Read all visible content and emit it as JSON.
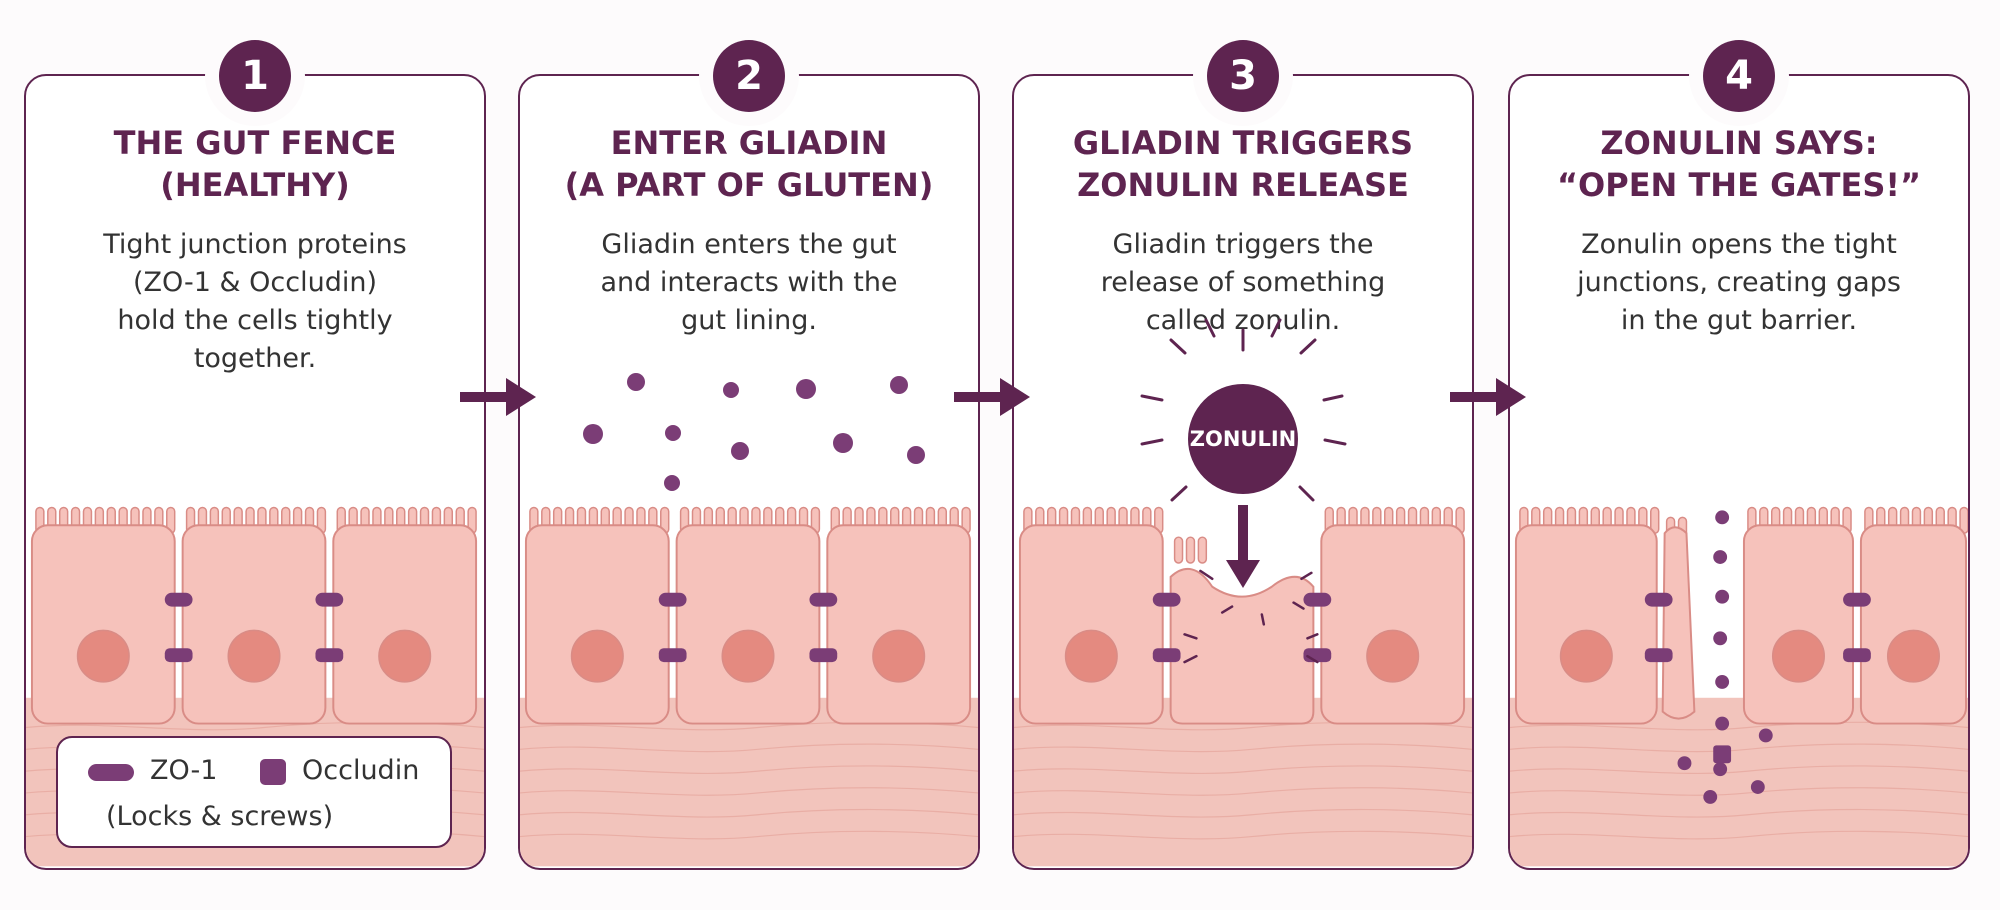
{
  "panels": [
    {
      "number": "1",
      "title_lines": [
        "THE GUT FENCE",
        "(HEALTHY)"
      ],
      "description_lines": [
        "Tight junction proteins",
        "(ZO-1 & Occludin)",
        "hold the cells tightly",
        "together."
      ]
    },
    {
      "number": "2",
      "title_lines": [
        "ENTER GLIADIN",
        "(A PART OF GLUTEN)"
      ],
      "description_lines": [
        "Gliadin enters the gut",
        "and interacts with the",
        "gut lining."
      ]
    },
    {
      "number": "3",
      "title_lines": [
        "GLIADIN TRIGGERS",
        "ZONULIN RELEASE"
      ],
      "description_lines": [
        "Gliadin triggers the",
        "release of something",
        "called zonulin."
      ]
    },
    {
      "number": "4",
      "title_lines": [
        "ZONULIN SAYS:",
        "“OPEN THE GATES!”"
      ],
      "description_lines": [
        "Zonulin opens the tight",
        "junctions, creating gaps",
        "in the gut barrier."
      ]
    }
  ],
  "zonulin_label": "ZONULIN",
  "legend": {
    "zo1_label": "ZO-1",
    "occludin_label": "Occludin",
    "subtitle": "(Locks & screws)"
  },
  "icons": {
    "zo1": "rounded-pill-shape",
    "occludin": "rounded-square-shape",
    "arrow": "right-arrow-icon",
    "zonulin": "starburst-circle"
  },
  "colors": {
    "brand_purple": "#5e2450",
    "protein_purple": "#7b3d76",
    "cell_pink": "#f6c2bb",
    "cell_border": "#d98c86",
    "nucleus": "#e48a80",
    "tissue": "#f2c4bc",
    "text": "#333333"
  }
}
